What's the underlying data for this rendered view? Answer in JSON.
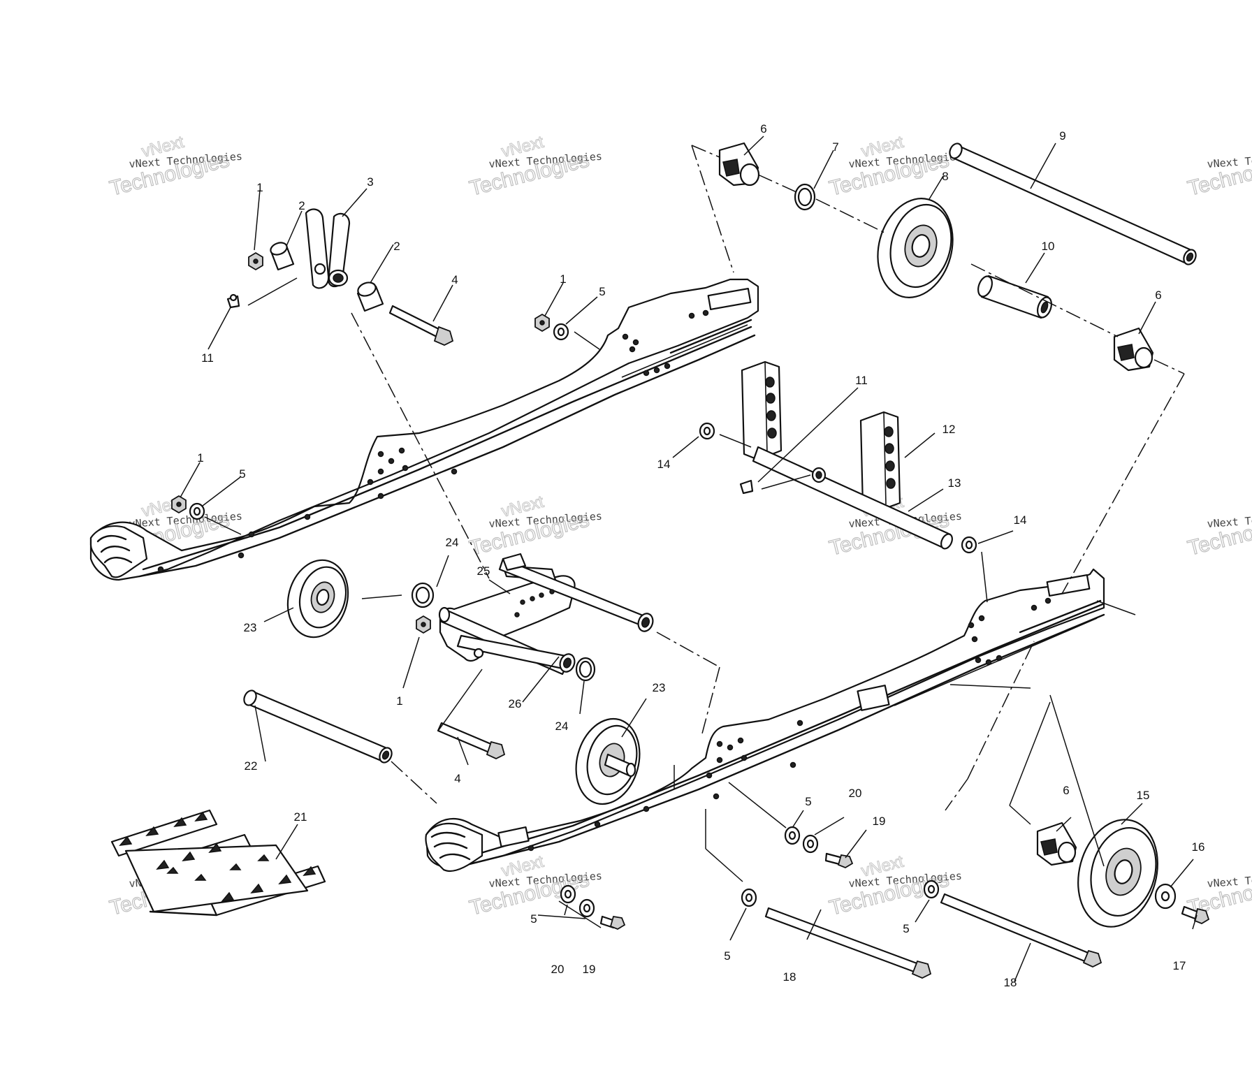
{
  "watermark": {
    "line1": "vNext",
    "line2": "vNext Technologies",
    "line3": "Technologies"
  },
  "callouts": [
    {
      "label": "1"
    },
    {
      "label": "2"
    },
    {
      "label": "3"
    },
    {
      "label": "2"
    },
    {
      "label": "4"
    },
    {
      "label": "11"
    },
    {
      "label": "1"
    },
    {
      "label": "5"
    },
    {
      "label": "1"
    },
    {
      "label": "5"
    },
    {
      "label": "6"
    },
    {
      "label": "7"
    },
    {
      "label": "8"
    },
    {
      "label": "9"
    },
    {
      "label": "10"
    },
    {
      "label": "6"
    },
    {
      "label": "11"
    },
    {
      "label": "12"
    },
    {
      "label": "13"
    },
    {
      "label": "14"
    },
    {
      "label": "14"
    },
    {
      "label": "24"
    },
    {
      "label": "25"
    },
    {
      "label": "23"
    },
    {
      "label": "1"
    },
    {
      "label": "26"
    },
    {
      "label": "24"
    },
    {
      "label": "23"
    },
    {
      "label": "22"
    },
    {
      "label": "4"
    },
    {
      "label": "21"
    },
    {
      "label": "5"
    },
    {
      "label": "20"
    },
    {
      "label": "19"
    },
    {
      "label": "5"
    },
    {
      "label": "20"
    },
    {
      "label": "19"
    },
    {
      "label": "5"
    },
    {
      "label": "18"
    },
    {
      "label": "5"
    },
    {
      "label": "18"
    },
    {
      "label": "6"
    },
    {
      "label": "15"
    },
    {
      "label": "16"
    },
    {
      "label": "17"
    }
  ]
}
